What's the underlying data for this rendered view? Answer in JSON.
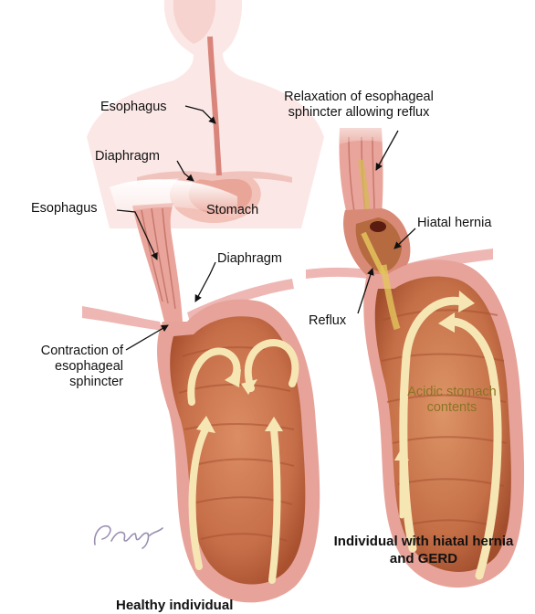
{
  "labels": {
    "upper_esophagus": "Esophagus",
    "upper_diaphragm": "Diaphragm",
    "upper_stomach": "Stomach",
    "left_esophagus": "Esophagus",
    "left_diaphragm": "Diaphragm",
    "contraction_line1": "Contraction of",
    "contraction_line2": "esophageal",
    "contraction_line3": "sphincter",
    "relaxation_line1": "Relaxation of esophageal",
    "relaxation_line2": "sphincter allowing reflux",
    "hiatal_hernia": "Hiatal hernia",
    "reflux": "Reflux",
    "acid_line1": "Acidic stomach",
    "acid_line2": "contents",
    "healthy_caption": "Healthy individual",
    "gerd_line1": "Individual with hiatal hernia",
    "gerd_line2": "and GERD"
  },
  "signature": "G. Rungy",
  "colors": {
    "stomach_outer": "#e7a39a",
    "stomach_inner": "#c9734f",
    "stomach_fold": "#a5502f",
    "arrow_fill": "#f6e6b4",
    "acid_text": "#8a7424",
    "diaphragm": "#eeb7b4",
    "body_skin": "#fbe6e3"
  }
}
